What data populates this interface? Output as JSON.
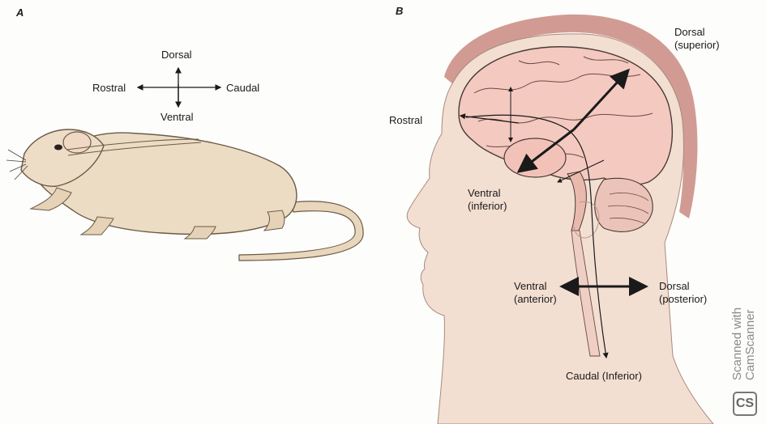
{
  "panels": [
    {
      "letter": "A",
      "labels": {
        "dorsal": "Dorsal",
        "ventral": "Ventral",
        "rostral": "Rostral",
        "caudal": "Caudal"
      }
    },
    {
      "letter": "B",
      "labels": {
        "rostral": "Rostral",
        "dorsal_superior": [
          "Dorsal",
          "(superior)"
        ],
        "ventral_inferior": [
          "Ventral",
          "(inferior)"
        ],
        "ventral_anterior": [
          "Ventral",
          "(anterior)"
        ],
        "dorsal_posterior": [
          "Dorsal",
          "(posterior)"
        ],
        "caudal_inferior": "Caudal (Inferior)"
      }
    }
  ],
  "watermark": {
    "lines": [
      "Scanned with",
      "CamScanner"
    ],
    "logo": "CS"
  },
  "colors": {
    "rat_fur": "#ecdcc4",
    "skin": "#f3dfd2",
    "brain": "#f4c9c0",
    "hair": "#c98a80",
    "ink": "#1a1a1a"
  }
}
